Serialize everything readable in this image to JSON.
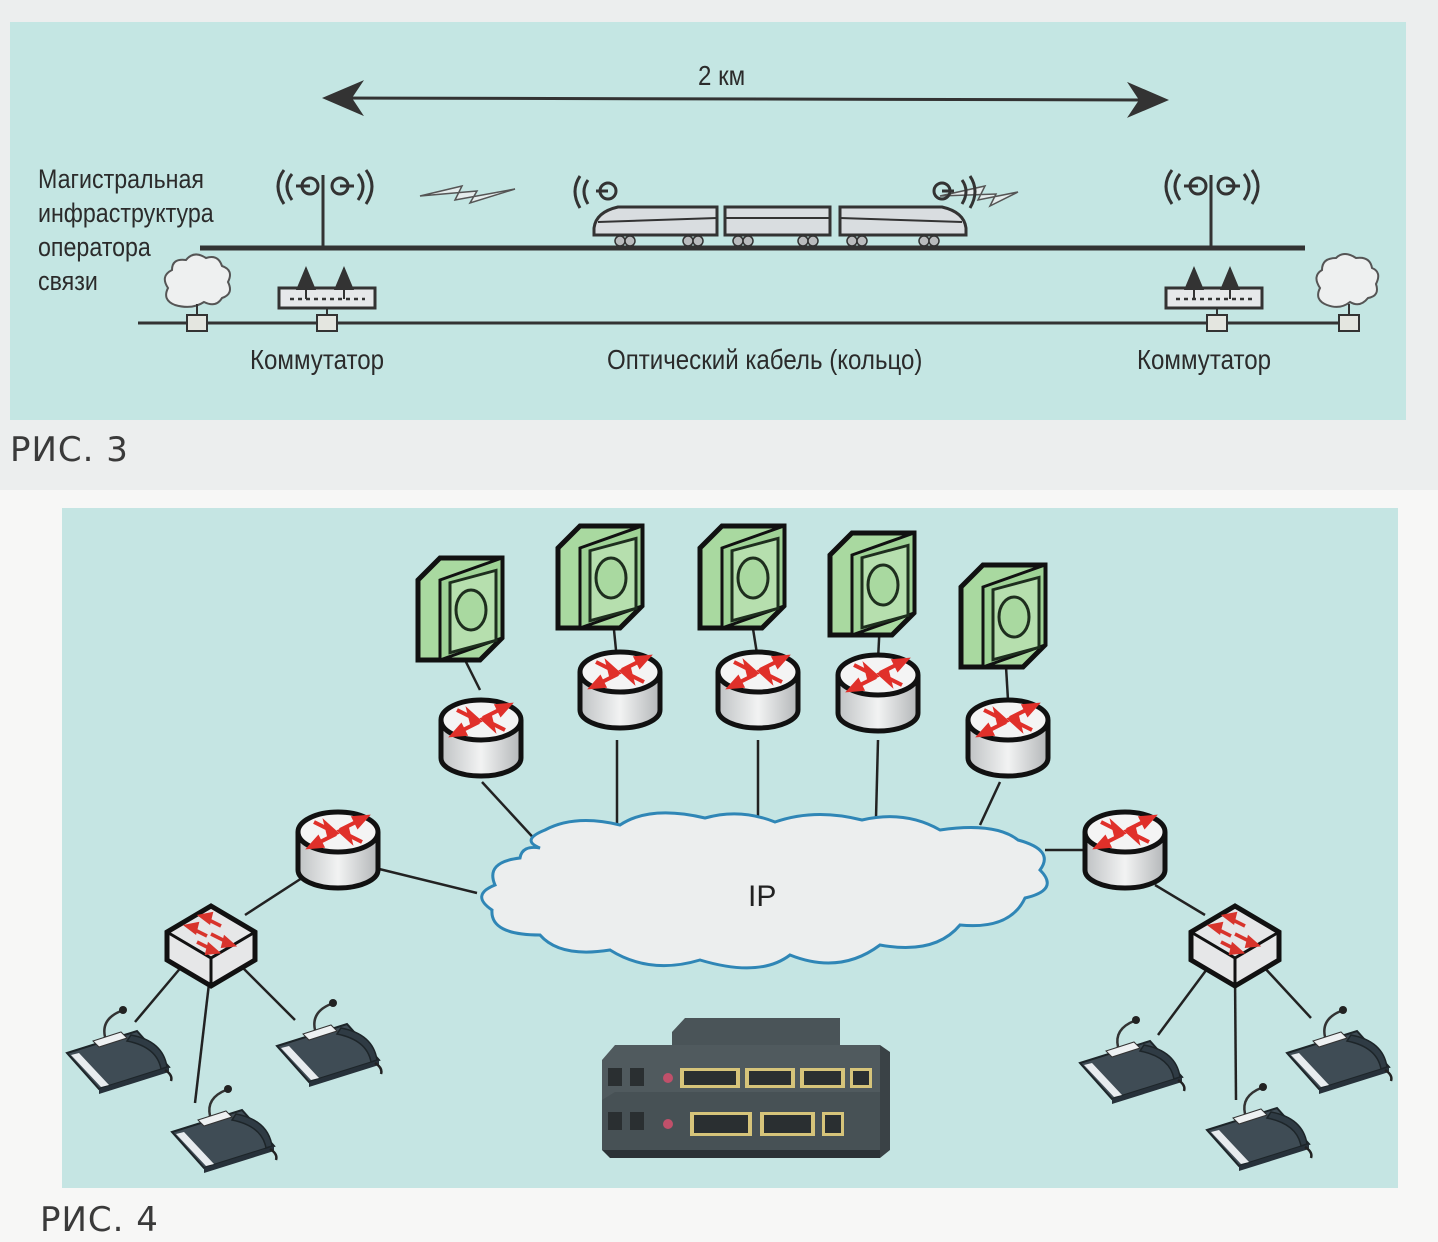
{
  "figure3": {
    "caption": "РИС. 3",
    "distance_label": "2 км",
    "backbone_label_lines": [
      "Магистральная",
      "инфраструктура",
      "оператора",
      "связи"
    ],
    "switch_left_label": "Коммутатор",
    "switch_right_label": "Коммутатор",
    "cable_label": "Оптический кабель (кольцо)",
    "icons": [
      "antenna-icon",
      "train-icon",
      "radio-link-icon",
      "cloud-icon",
      "switch-icon"
    ]
  },
  "figure4": {
    "caption": "РИС. 4",
    "cloud_label": "IP",
    "icons": [
      "server-icon",
      "router-icon",
      "workgroup-switch-icon",
      "ip-phone-icon",
      "hardware-switch-stack-icon",
      "ip-cloud-icon"
    ],
    "colors": {
      "server": "#a9d9a0",
      "router_arrows": "#e0302a",
      "cloud_stroke": "#2f86b6"
    }
  }
}
